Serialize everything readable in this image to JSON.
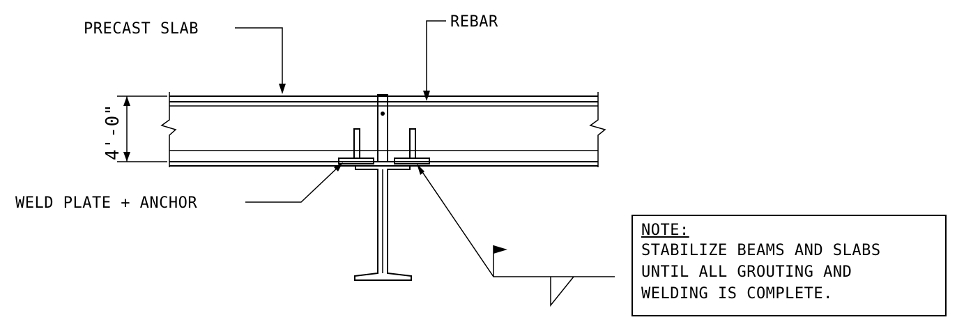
{
  "labels": {
    "precast_slab": "PRECAST SLAB",
    "rebar": "REBAR",
    "dimension": "4'-0\"",
    "weld_plate": "WELD PLATE + ANCHOR"
  },
  "note": {
    "title": "NOTE:",
    "lines": [
      "STABILIZE BEAMS AND SLABS",
      "UNTIL ALL GROUTING AND",
      "WELDING IS COMPLETE."
    ]
  },
  "colors": {
    "line": "#000000",
    "background": "#ffffff"
  }
}
